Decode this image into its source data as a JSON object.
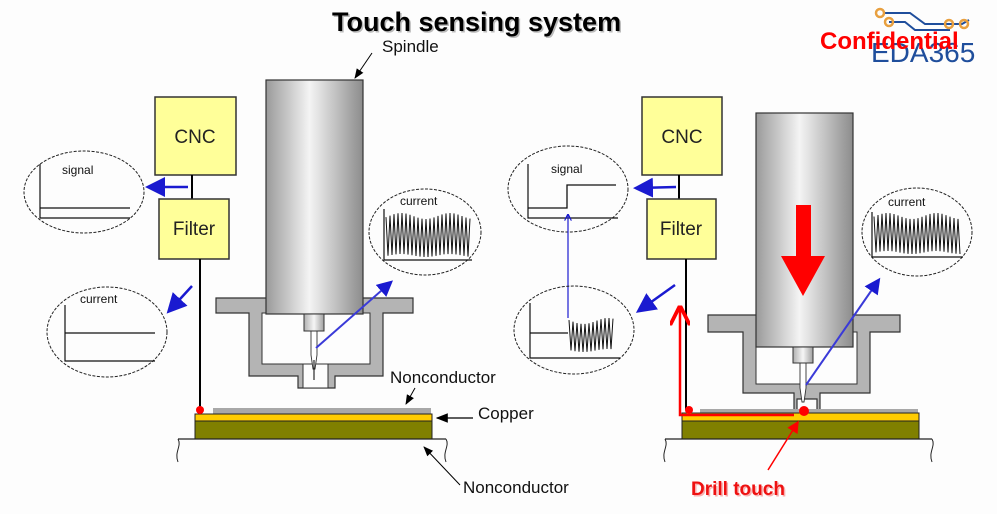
{
  "title": "Touch sensing system",
  "watermark": {
    "confidential": "Confidential",
    "brand": "EDA365"
  },
  "labels": {
    "spindle": "Spindle",
    "cnc": "CNC",
    "filter": "Filter",
    "signal": "signal",
    "current": "current",
    "nonconductor_top": "Nonconductor",
    "copper": "Copper",
    "nonconductor_bottom": "Nonconductor",
    "drill_touch": "Drill touch"
  },
  "panels": [
    {
      "name": "before-touch",
      "signal_state": "low",
      "filter_current": "flat"
    },
    {
      "name": "drill-touch",
      "signal_state": "step-high",
      "filter_current": "oscillating"
    }
  ],
  "colors": {
    "cnc_fill": "#ffff99",
    "copper": "#ffcc00",
    "board": "#808000",
    "holder": "#b4b4b4",
    "arrow_blue": "#1a1ad0",
    "path_red": "#ff0000",
    "confidential": "#ff0000",
    "brand": "#1f4e9c"
  }
}
